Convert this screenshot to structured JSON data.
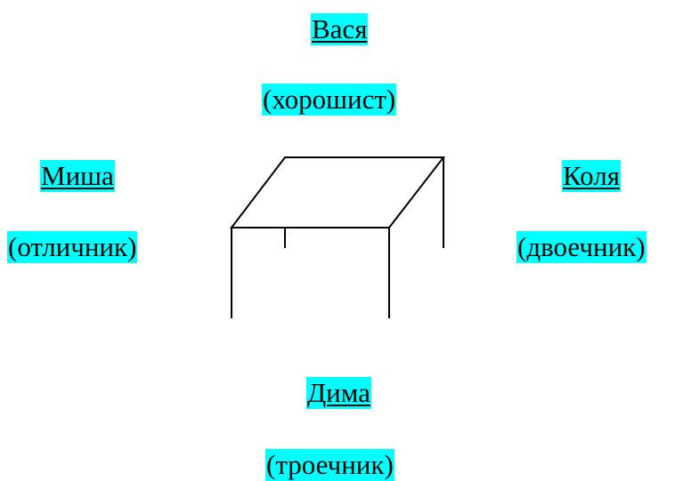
{
  "students": {
    "top": {
      "name": "Вася",
      "grade": "(хорошист)"
    },
    "left": {
      "name": "Миша",
      "grade": "(отличник)"
    },
    "right": {
      "name": "Коля",
      "grade": "(двоечник)"
    },
    "bottom": {
      "name": "Дима",
      "grade": "(троечник)"
    }
  },
  "colors": {
    "highlight": "#00ffff",
    "text": "#000000",
    "line": "#000000"
  }
}
